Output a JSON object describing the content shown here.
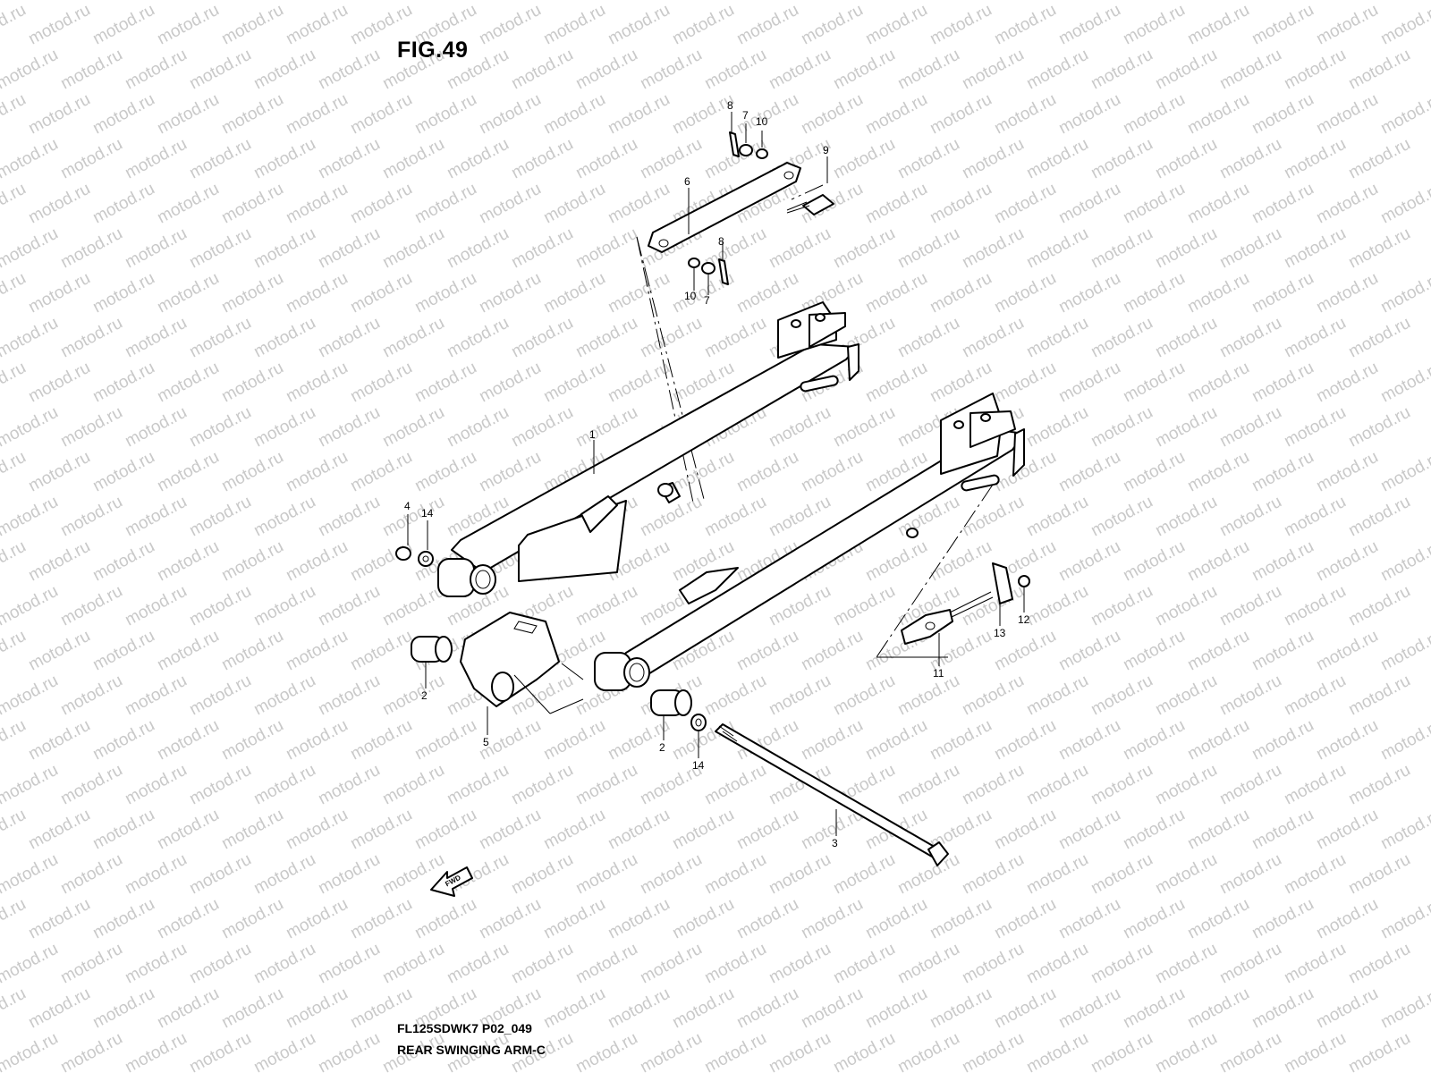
{
  "figure": {
    "title": "FIG.49",
    "code": "FL125SDWK7 P02_049",
    "name": "REAR SWINGING ARM-C"
  },
  "watermark": {
    "text": "motod.ru",
    "color": "#c9c9c9"
  },
  "fwd_label": "FWD",
  "callouts": [
    {
      "id": "c1",
      "text": "1"
    },
    {
      "id": "c2a",
      "text": "2"
    },
    {
      "id": "c2b",
      "text": "2"
    },
    {
      "id": "c3",
      "text": "3"
    },
    {
      "id": "c4",
      "text": "4"
    },
    {
      "id": "c5",
      "text": "5"
    },
    {
      "id": "c6",
      "text": "6"
    },
    {
      "id": "c7a",
      "text": "7"
    },
    {
      "id": "c7b",
      "text": "7"
    },
    {
      "id": "c8a",
      "text": "8"
    },
    {
      "id": "c8b",
      "text": "8"
    },
    {
      "id": "c9",
      "text": "9"
    },
    {
      "id": "c10a",
      "text": "10"
    },
    {
      "id": "c10b",
      "text": "10"
    },
    {
      "id": "c11",
      "text": "11"
    },
    {
      "id": "c12",
      "text": "12"
    },
    {
      "id": "c13",
      "text": "13"
    },
    {
      "id": "c14a",
      "text": "14"
    },
    {
      "id": "c14b",
      "text": "14"
    }
  ]
}
